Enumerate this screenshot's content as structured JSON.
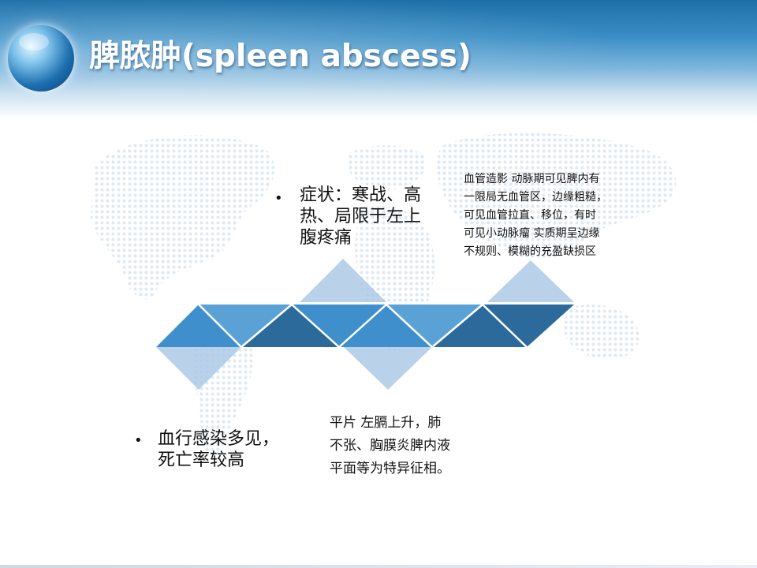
{
  "slide": {
    "title": "脾脓肿(spleen abscess)",
    "bullets": {
      "symptoms": {
        "bullet": "•",
        "lines": [
          "症状：寒战、高",
          "热、局限于左上",
          "腹疼痛"
        ]
      },
      "infection": {
        "bullet": "•",
        "lines": [
          "血行感染多见，",
          "死亡率较高"
        ]
      }
    },
    "notes": {
      "angiography": {
        "lines": [
          "血管造影  动脉期可见脾内有",
          "一限局无血管区，边缘粗糙，",
          "可见血管拉直、移位，有时",
          "可见小动脉瘤 实质期呈边缘",
          "不规则、模糊的充盈缺损区"
        ]
      },
      "xray": {
        "lines": [
          "平片  左膈上升，肺",
          "不张、胸膜炎脾内液",
          "平面等为特异征相。"
        ]
      }
    },
    "colors": {
      "header_blue": "#1d6fa8",
      "triangle_mid": "#3f8fcc",
      "triangle_dark": "#2c6a9c",
      "triangle_light": "#a9c7e3",
      "map_dots": "#d7e5f1"
    }
  }
}
